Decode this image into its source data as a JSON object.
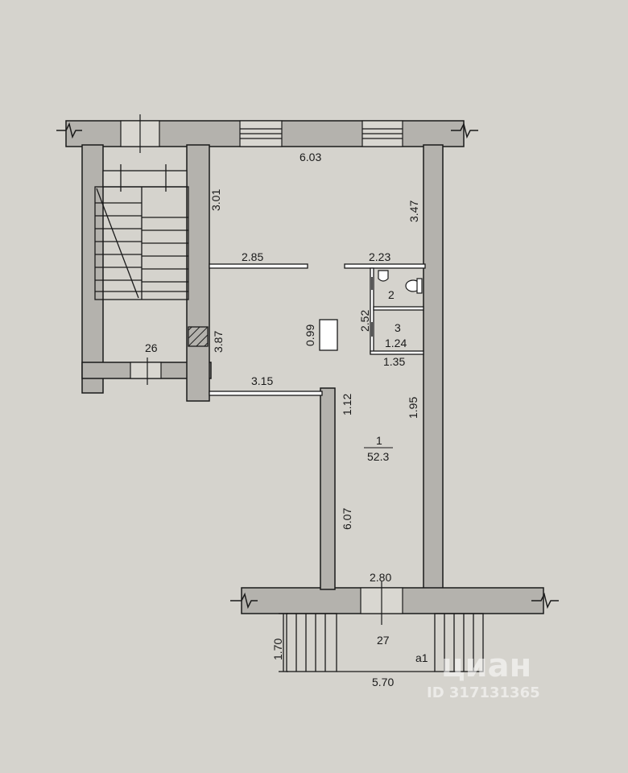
{
  "dimensions": {
    "top_width": "6.03",
    "stair_height": "3.01",
    "right_upper_height": "3.47",
    "left_partition": "2.85",
    "right_partition": "2.23",
    "small_rooms_height": "2.52",
    "small_room_width": "1.24",
    "small_rooms_bottom": "1.35",
    "column": "0.99",
    "stair_wall_height": "3.87",
    "lower_partition": "3.15",
    "step_wall": "1.12",
    "right_lower_height": "1.95",
    "corridor_height": "6.07",
    "entry_width": "2.80",
    "porch_depth": "1.70",
    "porch_width": "5.70"
  },
  "labels": {
    "stair_ref": "26",
    "entry_ref": "27",
    "porch_ref": "a1",
    "room1_number": "1",
    "room1_area": "52.3",
    "room2_number": "2",
    "room3_number": "3"
  },
  "watermark": {
    "brand": "циан",
    "id": "ID 317131365"
  },
  "colors": {
    "paper": "#d5d3cd",
    "wall": "#b4b2ad",
    "line": "#1a1a1a"
  }
}
